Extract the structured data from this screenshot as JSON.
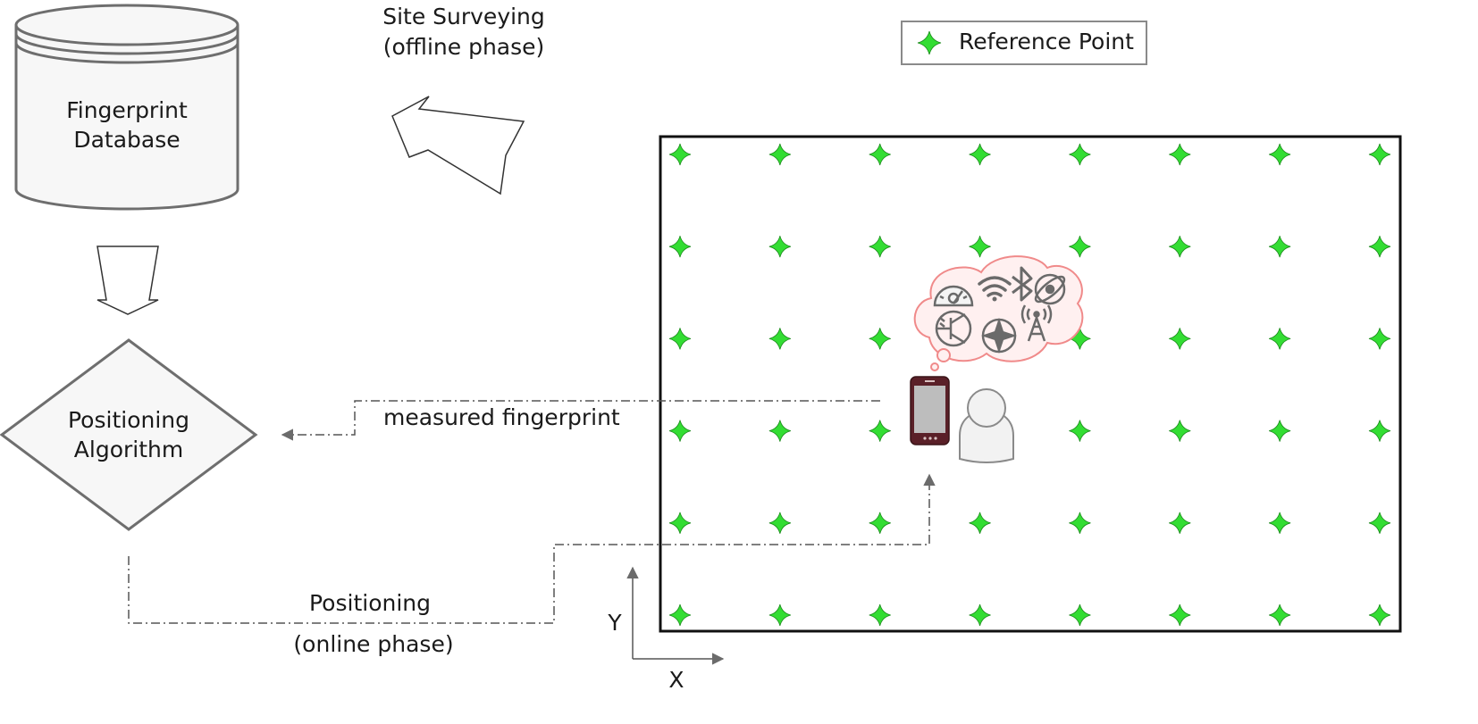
{
  "database": {
    "line1": "Fingerprint",
    "line2": "Database"
  },
  "algorithm": {
    "line1": "Positioning",
    "line2": "Algorithm"
  },
  "site_survey": {
    "line1": "Site Surveying",
    "line2": "(offline phase)"
  },
  "measured_label": "measured fingerprint",
  "positioning": {
    "line1": "Positioning",
    "line2": "(online phase)"
  },
  "legend": {
    "label": "Reference Point",
    "marker_color": "#33dd33"
  },
  "axes": {
    "y_label": "Y",
    "x_label": "X"
  },
  "reference_grid": {
    "columns": 8,
    "rows": 6
  },
  "cloud_icons": [
    "speedometer-icon",
    "wifi-icon",
    "bluetooth-icon",
    "orbit-icon",
    "transistor-icon",
    "compass-icon",
    "cell-tower-icon"
  ],
  "colors": {
    "reference_point": "#33dd33",
    "cloud_stroke": "#f08a8a",
    "cloud_fill": "#fff0f0",
    "shape_fill": "#f7f7f7",
    "shape_stroke": "#6e6e6e"
  }
}
